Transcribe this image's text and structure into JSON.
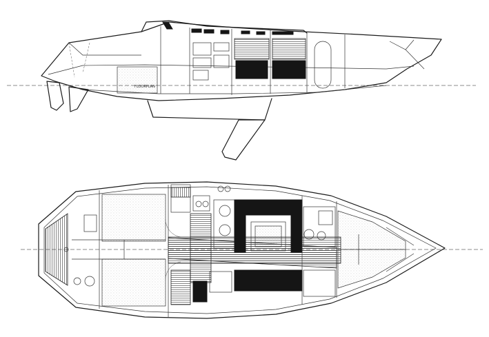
{
  "drawing": {
    "views": [
      {
        "id": "profile-view"
      },
      {
        "id": "plan-view"
      }
    ],
    "inline_label": "FLOORPLAN",
    "colors": {
      "ink": "#1a1a1a",
      "paper": "#ffffff",
      "shade": "#151515"
    }
  }
}
